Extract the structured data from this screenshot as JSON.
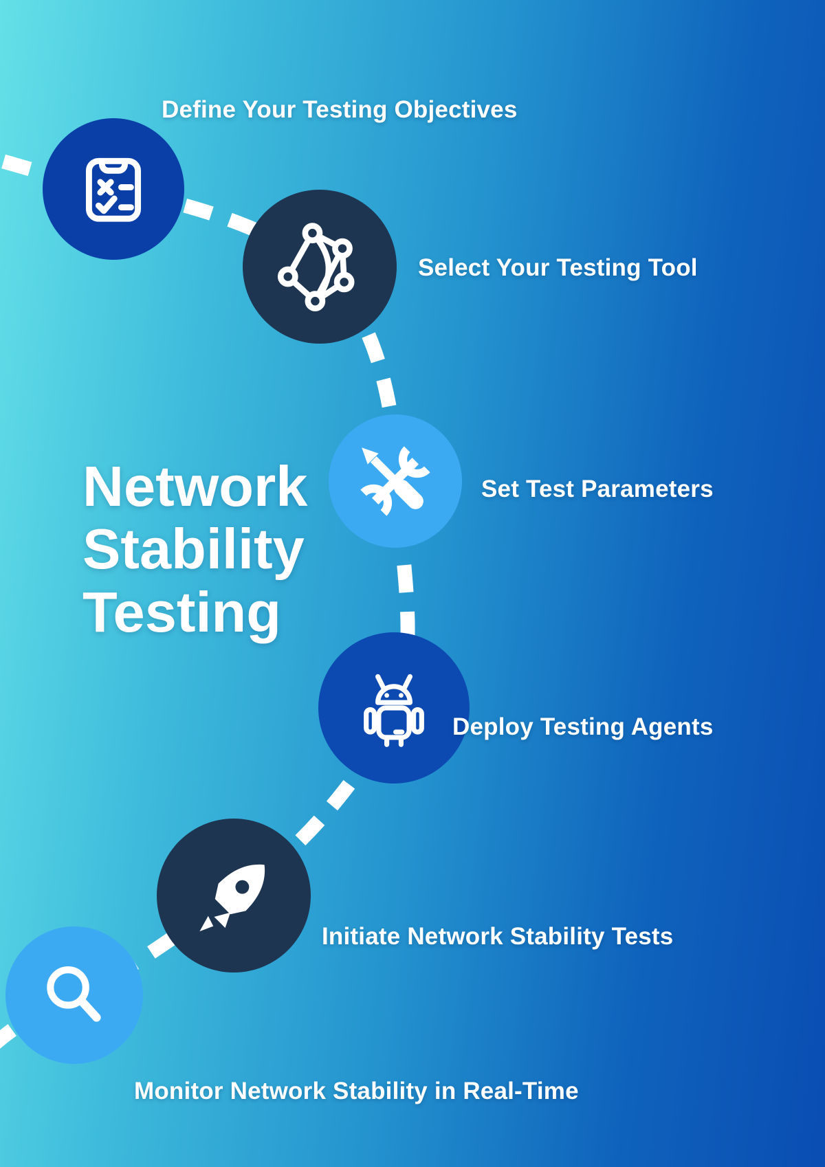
{
  "title": {
    "lines": [
      "Network",
      "Stability",
      "Testing"
    ]
  },
  "steps": [
    {
      "label": "Define Your Testing Objectives",
      "icon": "clipboard-checklist-icon",
      "circle_color": "#0a3fa8"
    },
    {
      "label": "Select Your Testing Tool",
      "icon": "network-graph-icon",
      "circle_color": "#1e3551"
    },
    {
      "label": "Set Test Parameters",
      "icon": "tools-icon",
      "circle_color": "#3caaf3"
    },
    {
      "label": "Deploy Testing Agents",
      "icon": "android-robot-icon",
      "circle_color": "#0c4ab2"
    },
    {
      "label": "Initiate Network Stability Tests",
      "icon": "rocket-icon",
      "circle_color": "#1e3551"
    },
    {
      "label": "Monitor Network Stability in Real-Time",
      "icon": "magnifier-icon",
      "circle_color": "#3caaf3"
    }
  ],
  "connector": {
    "style": "dashed",
    "color": "#ffffff"
  },
  "colors": {
    "background_start": "#64e0e8",
    "background_end": "#0a4db3",
    "royal_blue_circle": "#0c4ab2",
    "navy_circle": "#1e3551",
    "light_blue_circle": "#3caaf3",
    "text": "#ffffff"
  }
}
